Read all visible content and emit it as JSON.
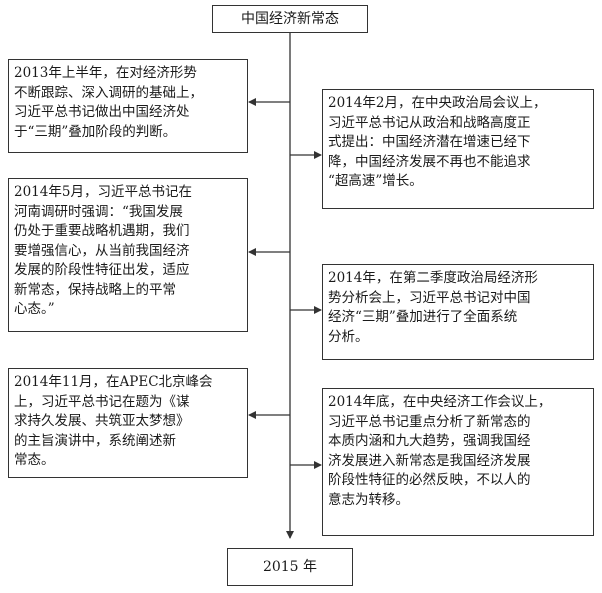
{
  "top_title": "中国经济新常态",
  "bottom_title": "2015 年",
  "left_events": [
    {
      "lines": [
        "2013年上半年，在对经济形势",
        "不断跟踪、深入调研的基础上，",
        "习近平总书记做出中国经济处",
        "于“三期”叠加阶段的判断。"
      ]
    },
    {
      "lines": [
        "2014年5月，习近平总书记在",
        "河南调研时强调：“我国发展",
        "仍处于重要战略机遇期，我们",
        "要增强信心，从当前我国经济",
        "发展的阶段性特征出发，适应",
        "新常态，保持战略上的平常",
        "心态。”"
      ]
    },
    {
      "lines": [
        "2014年11月，在APEC北京峰会",
        "上，习近平总书记在题为《谋",
        "求持久发展、共筑亚太梦想》",
        "的主旨演讲中，系统阐述新",
        "常态。"
      ]
    }
  ],
  "right_events": [
    {
      "lines": [
        "2014年2月，在中央政治局会议上，",
        "习近平总书记从政治和战略高度正",
        "式提出：中国经济潜在增速已经下",
        "降，中国经济发展不再也不能追求",
        "“超高速”增长。"
      ]
    },
    {
      "lines": [
        "2014年，在第二季度政治局经济形",
        "势分析会上，习近平总书记对中国",
        "经济“三期”叠加进行了全面系统",
        "分析。"
      ]
    },
    {
      "lines": [
        "2014年底，在中央经济工作会议上，",
        "习近平总书记重点分析了新常态的",
        "本质内涵和九大趋势，强调我国经",
        "济发展进入新常态是我国经济发展",
        "阶段性特征的必然反映，不以人的",
        "意志为转移。"
      ]
    }
  ]
}
